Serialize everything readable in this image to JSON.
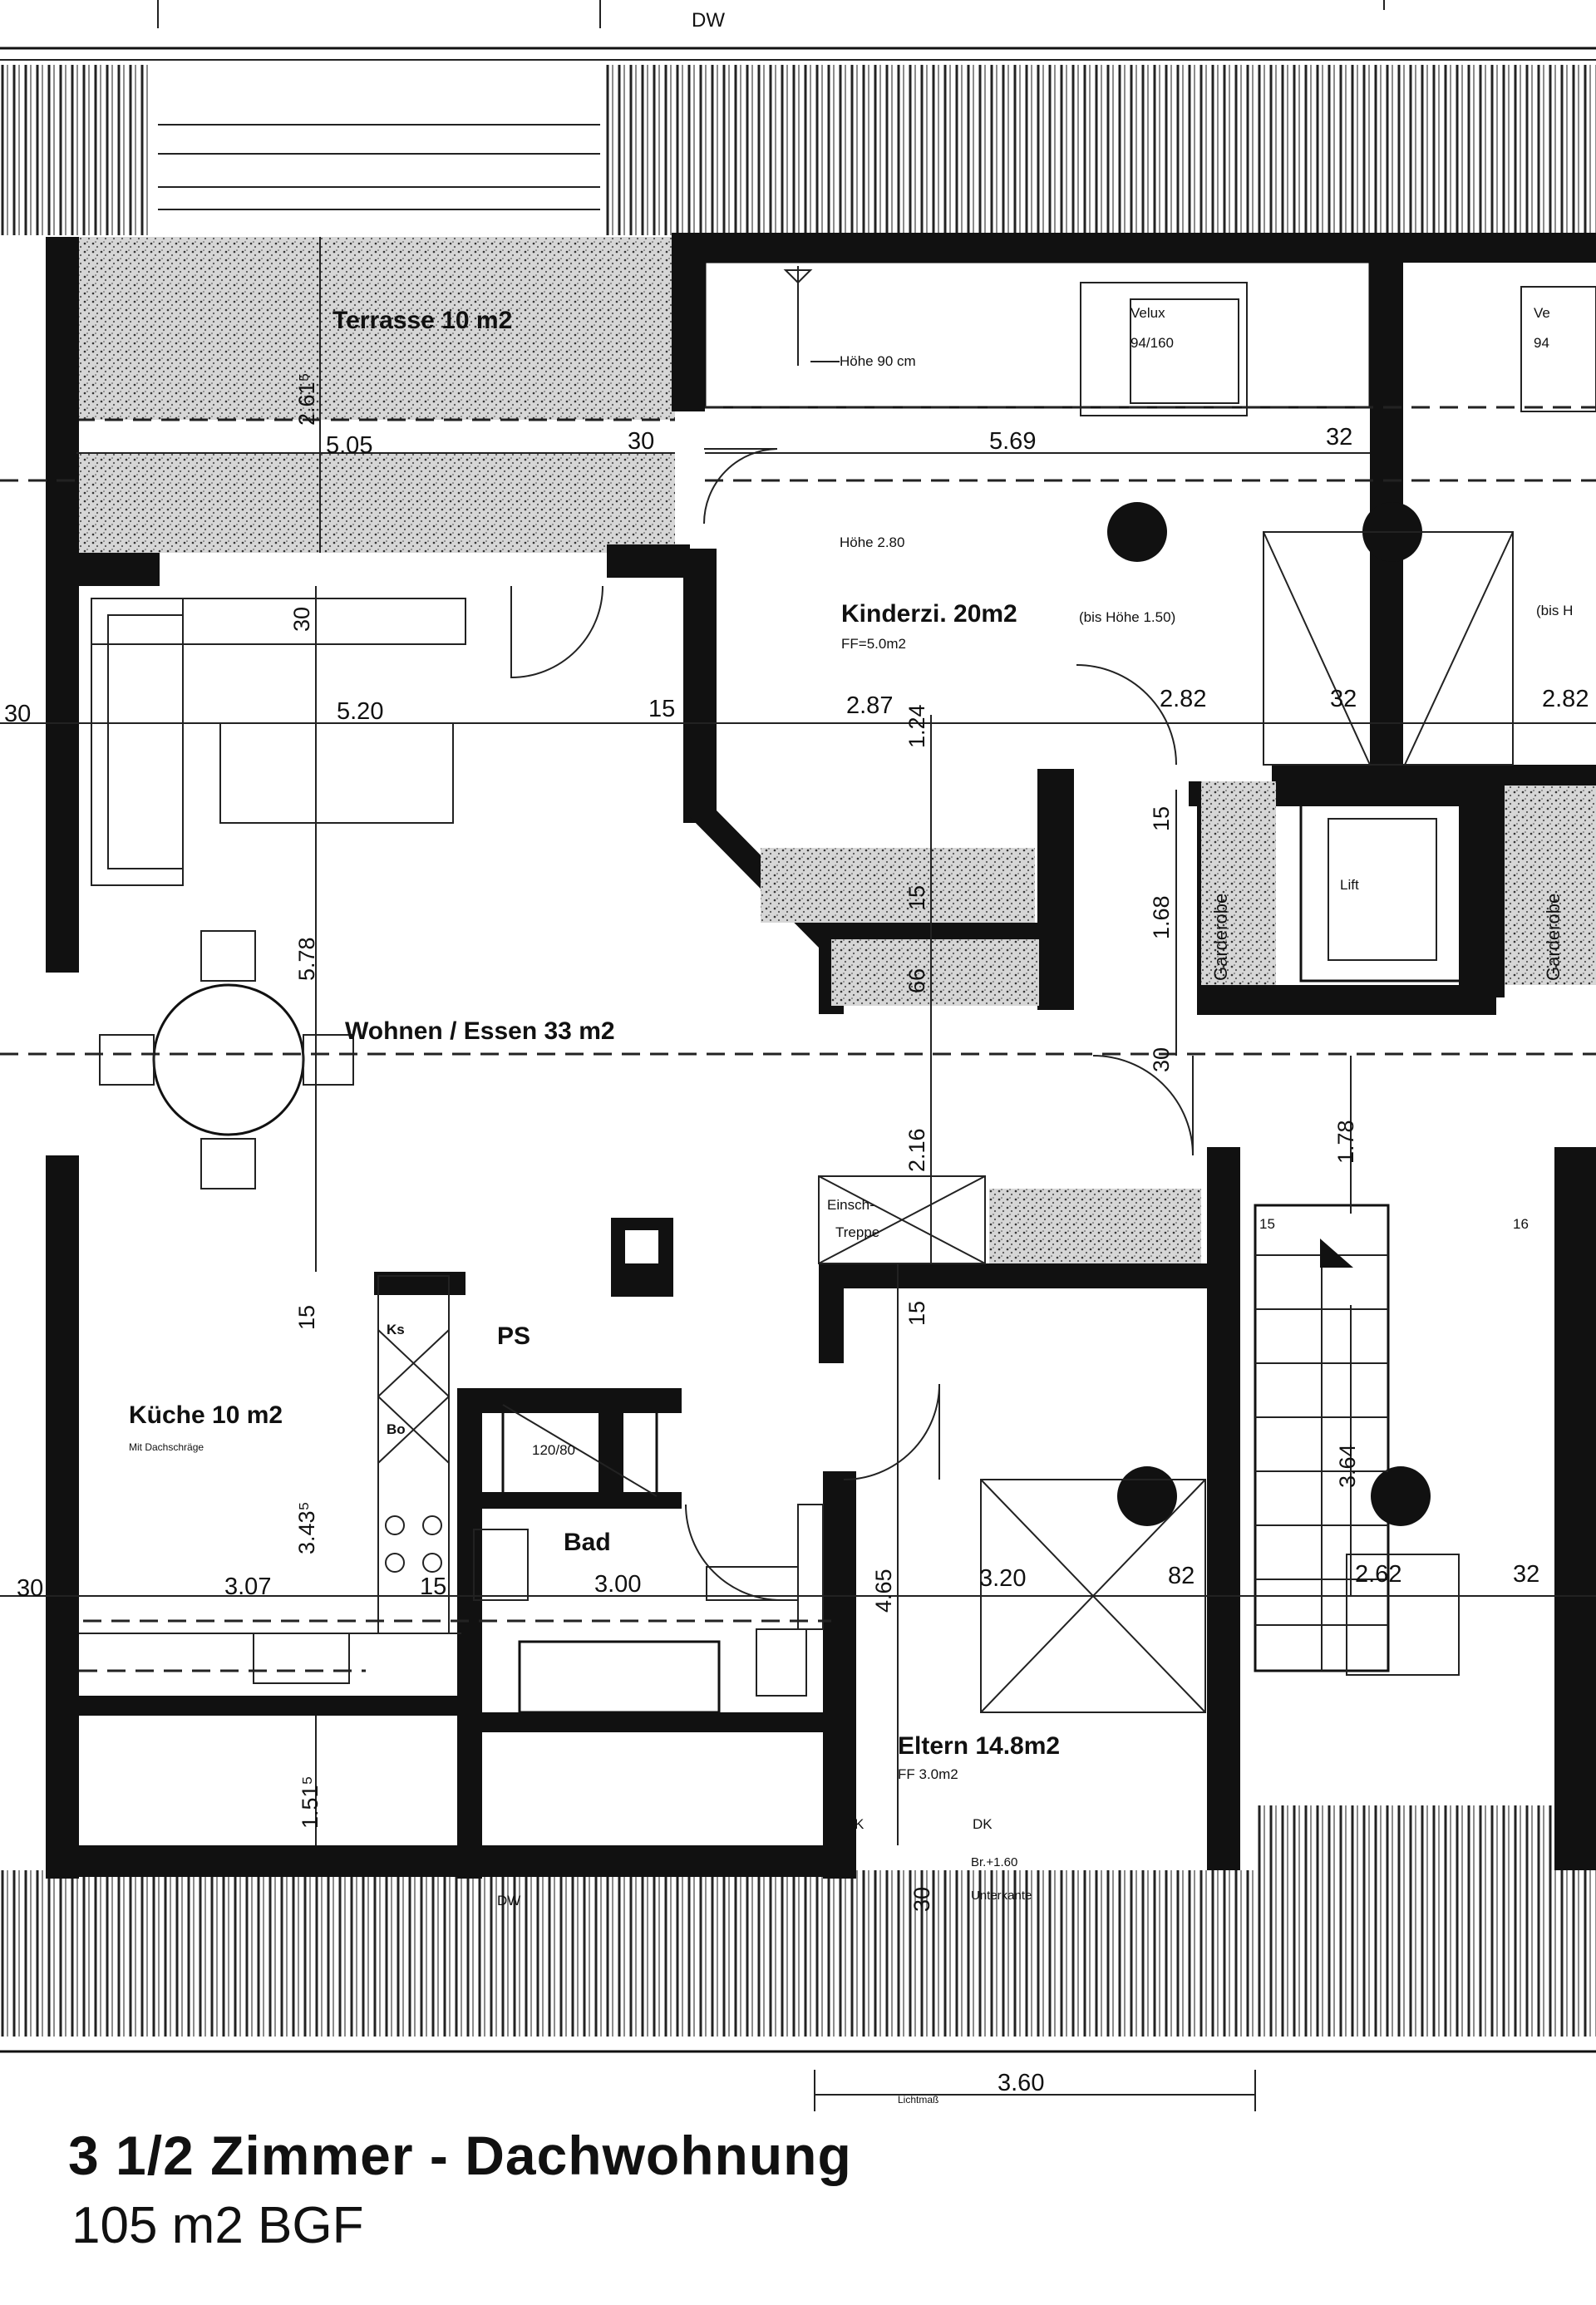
{
  "plan": {
    "top_label": "DW",
    "bottom_label": "DW",
    "rooms": {
      "terrasse": "Terrasse 10 m2",
      "kinderzimmer": "Kinderzi. 20m2",
      "kinderzimmer_note": "(bis Höhe 1.50)",
      "kinderzimmer_ff": "FF=5.0m2",
      "wohnen": "Wohnen / Essen 33 m2",
      "kueche": "Küche 10 m2",
      "kueche_note": "Mit Dachschräge",
      "ps": "PS",
      "bad": "Bad",
      "eltern": "Eltern 14.8m2",
      "eltern_ff": "FF 3.0m2",
      "lift": "Lift",
      "garderobe_1": "Garderobe",
      "garderobe_2": "Garderobe",
      "einschubtreppe_1": "Einsch-",
      "einschubtreppe_2": "Treppe",
      "ks": "Ks",
      "bo": "Bo",
      "shower": "120/80",
      "dk": "DK",
      "k": "K"
    },
    "notes": {
      "hoehe_90": "Höhe 90 cm",
      "hoehe_280": "Höhe 2.80",
      "velux_1a": "Velux",
      "velux_1b": "94/160",
      "velux_2a": "Ve",
      "velux_2b": "94",
      "bis_hoehe": "(bis H",
      "brh": "Br.+1.60",
      "unterkante": "Unterkante",
      "lichte": "Lichtmaß"
    },
    "dims": {
      "d_261": "2.61⁵",
      "d_505": "5.05",
      "d_30_terr": "30",
      "d_569": "5.69",
      "d_32_top": "32",
      "d_30_left": "30",
      "d_520": "5.20",
      "d_30_v": "30",
      "d_15_a": "15",
      "d_287": "2.87",
      "d_124": "1.24",
      "d_282": "2.82",
      "d_32_mid": "32",
      "d_282b": "2.82",
      "d_578": "5.78",
      "d_15_b": "15",
      "d_168": "1.68",
      "d_15_c": "15",
      "d_66": "66",
      "d_30_door": "30",
      "d_216": "2.16",
      "d_178": "1.78",
      "d_15_d": "15",
      "d_15_e": "15",
      "d_15_f": "15",
      "d_343": "3.43⁵",
      "d_30_k": "30",
      "d_307": "3.07",
      "d_15_g": "15",
      "d_300": "3.00",
      "d_465": "4.65",
      "d_320": "3.20",
      "d_82": "82",
      "d_364": "3.64",
      "d_262": "2.62",
      "d_32_r": "32",
      "d_151": "1.51⁵",
      "d_30_b": "30",
      "d_360": "3.60",
      "d_16": "16"
    }
  },
  "title": {
    "line1": "3 1/2 Zimmer - Dachwohnung",
    "line2": "105 m2 BGF"
  }
}
